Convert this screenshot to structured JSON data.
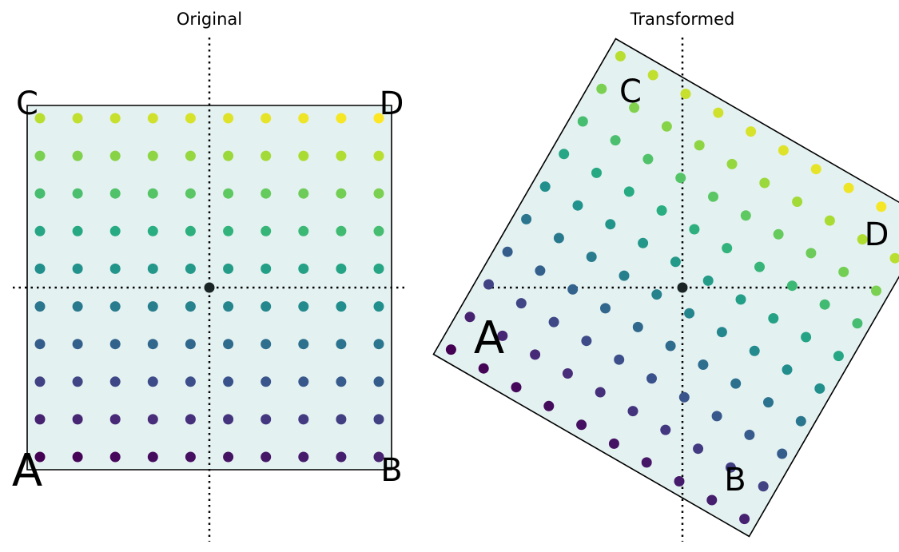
{
  "panels": [
    {
      "title": "Original",
      "corners": [
        {
          "label": "A",
          "color": "#ff0000",
          "x": -1,
          "y": -1
        },
        {
          "label": "B",
          "color": "#000000",
          "x": 1,
          "y": -1
        },
        {
          "label": "C",
          "color": "#000000",
          "x": -1,
          "y": 1
        },
        {
          "label": "D",
          "color": "#000000",
          "x": 1,
          "y": 1
        }
      ]
    },
    {
      "title": "Transformed",
      "corners": [
        {
          "label": "A",
          "color": "#ff0000"
        },
        {
          "label": "B",
          "color": "#000000"
        },
        {
          "label": "C",
          "color": "#000000"
        },
        {
          "label": "D",
          "color": "#000000"
        }
      ]
    }
  ],
  "grid": {
    "rows": 10,
    "cols": 10,
    "colormap": "viridis"
  },
  "transform": {
    "type": "rotation",
    "angle_deg": -30
  },
  "colors": {
    "fill": "#e4f1f1",
    "origin_marker": "#1a2424",
    "accent": "#ff0000"
  }
}
